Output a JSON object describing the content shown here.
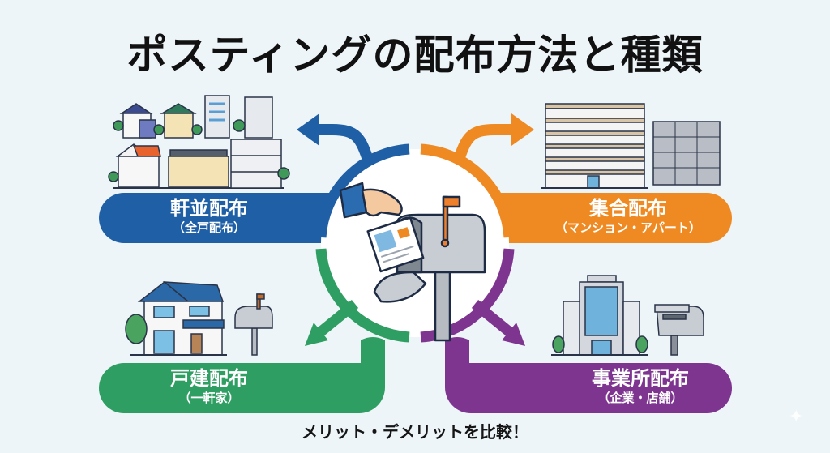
{
  "title": "ポスティングの配布方法と種類",
  "footer": "メリット・デメリットを比較！",
  "colors": {
    "background": "#eef5f9",
    "blue": "#1f5fa6",
    "orange": "#ef8a22",
    "green": "#2f9e62",
    "purple": "#7e3590",
    "flag": "#ef7f2a",
    "mailbox": "#c8cdd3"
  },
  "center": {
    "icon": "hand-inserting-flyer-into-mailbox-icon"
  },
  "categories": [
    {
      "id": "noki",
      "label": "軒並配布",
      "sub": "（全戸配布）",
      "color": "#1f5fa6",
      "illustration": "town-houses-and-buildings-icon",
      "position": "top-left"
    },
    {
      "id": "shugo",
      "label": "集合配布",
      "sub": "（マンション・アパート）",
      "color": "#ef8a22",
      "illustration": "apartment-and-mailbox-bank-icon",
      "position": "top-right"
    },
    {
      "id": "koken",
      "label": "戸建配布",
      "sub": "（一軒家）",
      "color": "#2f9e62",
      "illustration": "detached-house-with-mailbox-icon",
      "position": "bottom-left"
    },
    {
      "id": "jigyosho",
      "label": "事業所配布",
      "sub": "（企業・店舗）",
      "color": "#7e3590",
      "illustration": "office-building-with-postbox-icon",
      "position": "bottom-right"
    }
  ],
  "watermark_icon": "sparkle-icon"
}
